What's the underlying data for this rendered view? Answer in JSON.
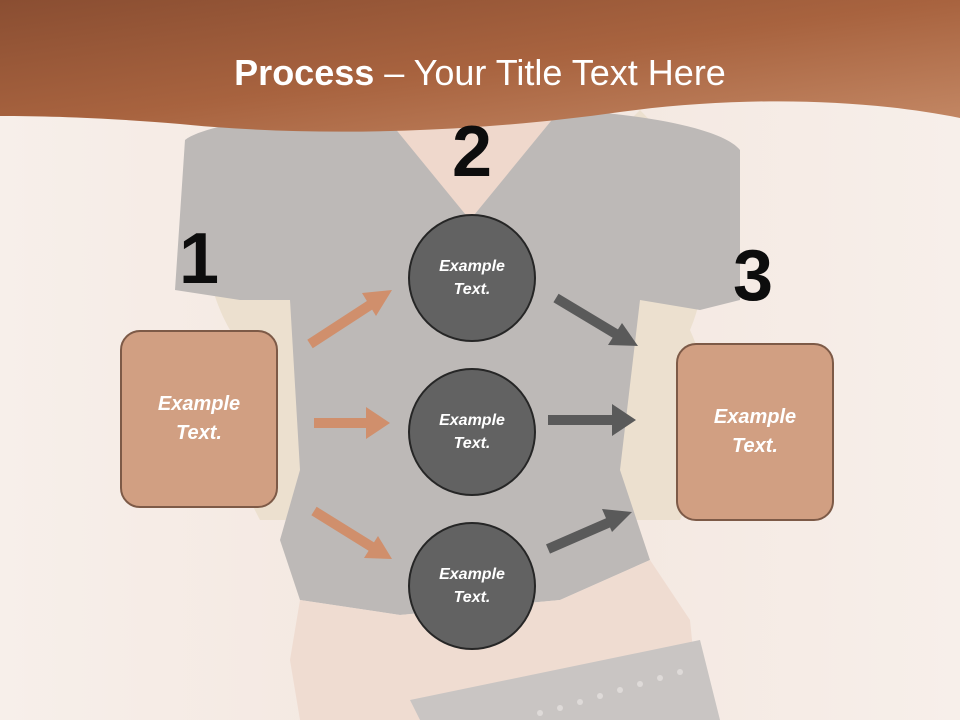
{
  "title": {
    "bold": "Process",
    "rest": " – Your Title Text Here"
  },
  "steps": [
    {
      "number": "1",
      "text": "Example Text."
    },
    {
      "number": "2",
      "items": [
        "Example Text.",
        "Example Text.",
        "Example Text."
      ]
    },
    {
      "number": "3",
      "text": "Example Text."
    }
  ],
  "colors": {
    "header": "#a5613f",
    "box_fill": "#d19f82",
    "circle_fill": "#626262",
    "arrow_left": "#d08f6c",
    "arrow_right": "#5a5a5a"
  }
}
